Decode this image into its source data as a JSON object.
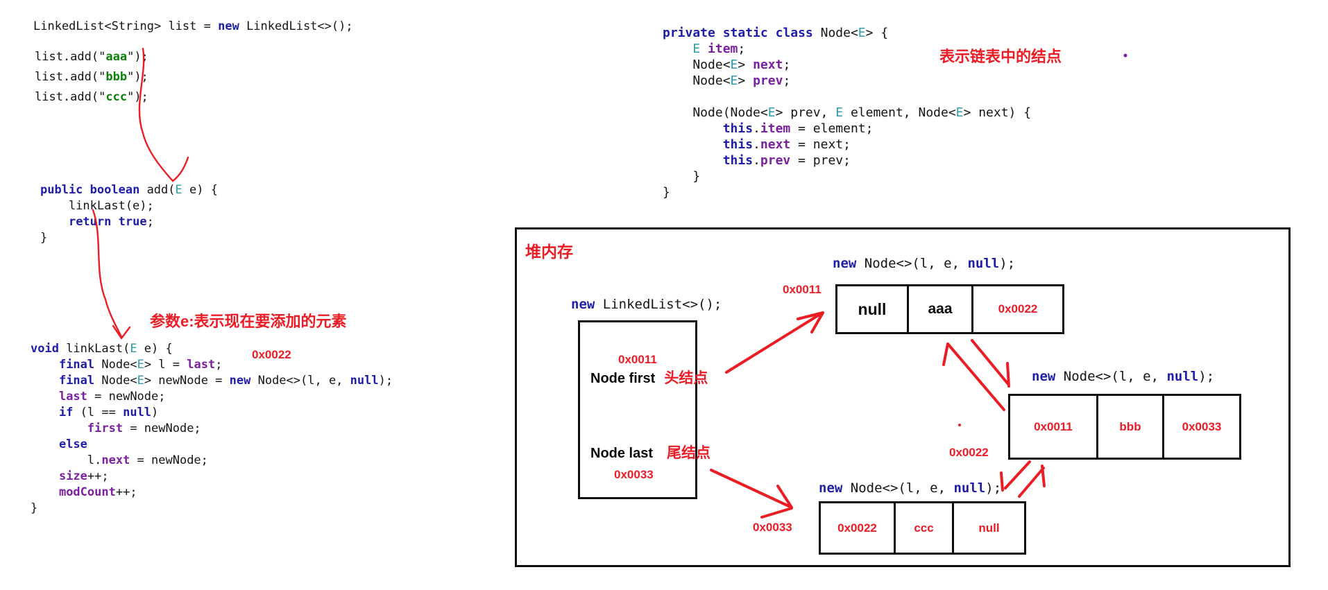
{
  "colors": {
    "background": "#ffffff",
    "keyword_blue": "#1e1eab",
    "type_teal": "#2b9ca8",
    "string_green": "#0b800b",
    "field_purple": "#7c1fa2",
    "annotation_red": "#ec1c24",
    "box_black": "#0d0d0d"
  },
  "left": {
    "decl": {
      "lines": [
        [
          [
            "p",
            "LinkedList<String> list = "
          ],
          [
            "k",
            "new"
          ],
          [
            "p",
            " LinkedList<>();"
          ]
        ]
      ]
    },
    "adds": {
      "lines": [
        [
          [
            "p",
            "list.add(\""
          ],
          [
            "s",
            "aaa"
          ],
          [
            "p",
            "\");"
          ]
        ],
        [
          [
            "p",
            "list.add(\""
          ],
          [
            "s",
            "bbb"
          ],
          [
            "p",
            "\");"
          ]
        ],
        [
          [
            "p",
            "list.add(\""
          ],
          [
            "s",
            "ccc"
          ],
          [
            "p",
            "\");"
          ]
        ]
      ]
    },
    "add_method": {
      "lines": [
        [
          [
            "k",
            "public"
          ],
          [
            "p",
            " "
          ],
          [
            "k",
            "boolean"
          ],
          [
            "p",
            " add("
          ],
          [
            "t",
            "E"
          ],
          [
            "p",
            " e) {"
          ]
        ],
        [
          [
            "p",
            "    linkLast(e);"
          ]
        ],
        [
          [
            "p",
            "    "
          ],
          [
            "k",
            "return"
          ],
          [
            "p",
            " "
          ],
          [
            "k",
            "true"
          ],
          [
            "p",
            ";"
          ]
        ],
        [
          [
            "p",
            "}"
          ]
        ]
      ]
    },
    "annotation_param": "参数e:表示现在要添加的元素",
    "addr_0x0022": "0x0022",
    "linklast_method": {
      "lines": [
        [
          [
            "k",
            "void"
          ],
          [
            "p",
            " linkLast("
          ],
          [
            "t",
            "E"
          ],
          [
            "p",
            " e) {"
          ]
        ],
        [
          [
            "p",
            "    "
          ],
          [
            "k",
            "final"
          ],
          [
            "p",
            " Node<"
          ],
          [
            "t",
            "E"
          ],
          [
            "p",
            "> l = "
          ],
          [
            "f",
            "last"
          ],
          [
            "p",
            ";"
          ]
        ],
        [
          [
            "p",
            "    "
          ],
          [
            "k",
            "final"
          ],
          [
            "p",
            " Node<"
          ],
          [
            "t",
            "E"
          ],
          [
            "p",
            "> newNode = "
          ],
          [
            "k",
            "new"
          ],
          [
            "p",
            " Node<>(l, e, "
          ],
          [
            "k",
            "null"
          ],
          [
            "p",
            ");"
          ]
        ],
        [
          [
            "p",
            "    "
          ],
          [
            "f",
            "last"
          ],
          [
            "p",
            " = newNode;"
          ]
        ],
        [
          [
            "p",
            "    "
          ],
          [
            "k",
            "if"
          ],
          [
            "p",
            " (l == "
          ],
          [
            "k",
            "null"
          ],
          [
            "p",
            ")"
          ]
        ],
        [
          [
            "p",
            "        "
          ],
          [
            "f",
            "first"
          ],
          [
            "p",
            " = newNode;"
          ]
        ],
        [
          [
            "p",
            "    "
          ],
          [
            "k",
            "else"
          ]
        ],
        [
          [
            "p",
            "        l."
          ],
          [
            "f",
            "next"
          ],
          [
            "p",
            " = newNode;"
          ]
        ],
        [
          [
            "p",
            "    "
          ],
          [
            "f",
            "size"
          ],
          [
            "p",
            "++;"
          ]
        ],
        [
          [
            "p",
            "    "
          ],
          [
            "f",
            "modCount"
          ],
          [
            "p",
            "++;"
          ]
        ],
        [
          [
            "p",
            "}"
          ]
        ]
      ]
    }
  },
  "node_class": {
    "annotation": "表示链表中的结点",
    "lines": [
      [
        [
          "k",
          "private"
        ],
        [
          "p",
          " "
        ],
        [
          "k",
          "static"
        ],
        [
          "p",
          " "
        ],
        [
          "k",
          "class"
        ],
        [
          "p",
          " Node<"
        ],
        [
          "t",
          "E"
        ],
        [
          "p",
          "> {"
        ]
      ],
      [
        [
          "p",
          "    "
        ],
        [
          "t",
          "E"
        ],
        [
          "p",
          " "
        ],
        [
          "f",
          "item"
        ],
        [
          "p",
          ";"
        ]
      ],
      [
        [
          "p",
          "    Node<"
        ],
        [
          "t",
          "E"
        ],
        [
          "p",
          "> "
        ],
        [
          "f",
          "next"
        ],
        [
          "p",
          ";"
        ]
      ],
      [
        [
          "p",
          "    Node<"
        ],
        [
          "t",
          "E"
        ],
        [
          "p",
          "> "
        ],
        [
          "f",
          "prev"
        ],
        [
          "p",
          ";"
        ]
      ],
      [],
      [
        [
          "p",
          "    Node(Node<"
        ],
        [
          "t",
          "E"
        ],
        [
          "p",
          "> prev, "
        ],
        [
          "t",
          "E"
        ],
        [
          "p",
          " element, Node<"
        ],
        [
          "t",
          "E"
        ],
        [
          "p",
          "> next) {"
        ]
      ],
      [
        [
          "p",
          "        "
        ],
        [
          "k",
          "this"
        ],
        [
          "p",
          "."
        ],
        [
          "f",
          "item"
        ],
        [
          "p",
          " = element;"
        ]
      ],
      [
        [
          "p",
          "        "
        ],
        [
          "k",
          "this"
        ],
        [
          "p",
          "."
        ],
        [
          "f",
          "next"
        ],
        [
          "p",
          " = next;"
        ]
      ],
      [
        [
          "p",
          "        "
        ],
        [
          "k",
          "this"
        ],
        [
          "p",
          "."
        ],
        [
          "f",
          "prev"
        ],
        [
          "p",
          " = prev;"
        ]
      ],
      [
        [
          "p",
          "    }"
        ]
      ],
      [
        [
          "p",
          "}"
        ]
      ]
    ]
  },
  "heap": {
    "title": "堆内存",
    "linkedlist_label": {
      "lines": [
        [
          [
            "k",
            "new"
          ],
          [
            "p",
            " LinkedList<>();"
          ]
        ]
      ]
    },
    "linkedlist_box": {
      "first_addr": "0x0011",
      "first_label": "Node first",
      "first_cn": "头结点",
      "last_label": "Node last",
      "last_cn": "尾结点",
      "last_addr": "0x0033"
    },
    "node_aaa": {
      "label": {
        "lines": [
          [
            [
              "k",
              "new"
            ],
            [
              "p",
              " Node<>(l, e, "
            ],
            [
              "k",
              "null"
            ],
            [
              "p",
              ");"
            ]
          ]
        ]
      },
      "addr": "0x0011",
      "cells": [
        "null",
        "aaa",
        "0x0022"
      ]
    },
    "node_bbb": {
      "label": {
        "lines": [
          [
            [
              "k",
              "new"
            ],
            [
              "p",
              " Node<>(l, e, "
            ],
            [
              "k",
              "null"
            ],
            [
              "p",
              ");"
            ]
          ]
        ]
      },
      "addr": "0x0022",
      "cells": [
        "0x0011",
        "bbb",
        "0x0033"
      ]
    },
    "node_ccc": {
      "label": {
        "lines": [
          [
            [
              "k",
              "new"
            ],
            [
              "p",
              " Node<>(l, e, "
            ],
            [
              "k",
              "null"
            ],
            [
              "p",
              ");"
            ]
          ]
        ]
      },
      "addr": "0x0033",
      "cells": [
        "0x0022",
        "ccc",
        "null"
      ]
    }
  }
}
